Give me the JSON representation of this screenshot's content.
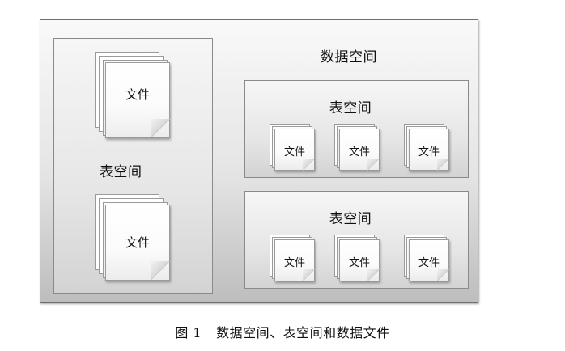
{
  "diagram": {
    "data_space": {
      "label": "数据空间"
    },
    "left_tablespace": {
      "label": "表空间",
      "files": [
        "文件",
        "文件"
      ]
    },
    "right_tablespaces": [
      {
        "label": "表空间",
        "files": [
          "文件",
          "文件",
          "文件"
        ]
      },
      {
        "label": "表空间",
        "files": [
          "文件",
          "文件",
          "文件"
        ]
      }
    ]
  },
  "caption": {
    "figure": "图 1",
    "text": "数据空间、表空间和数据文件"
  }
}
